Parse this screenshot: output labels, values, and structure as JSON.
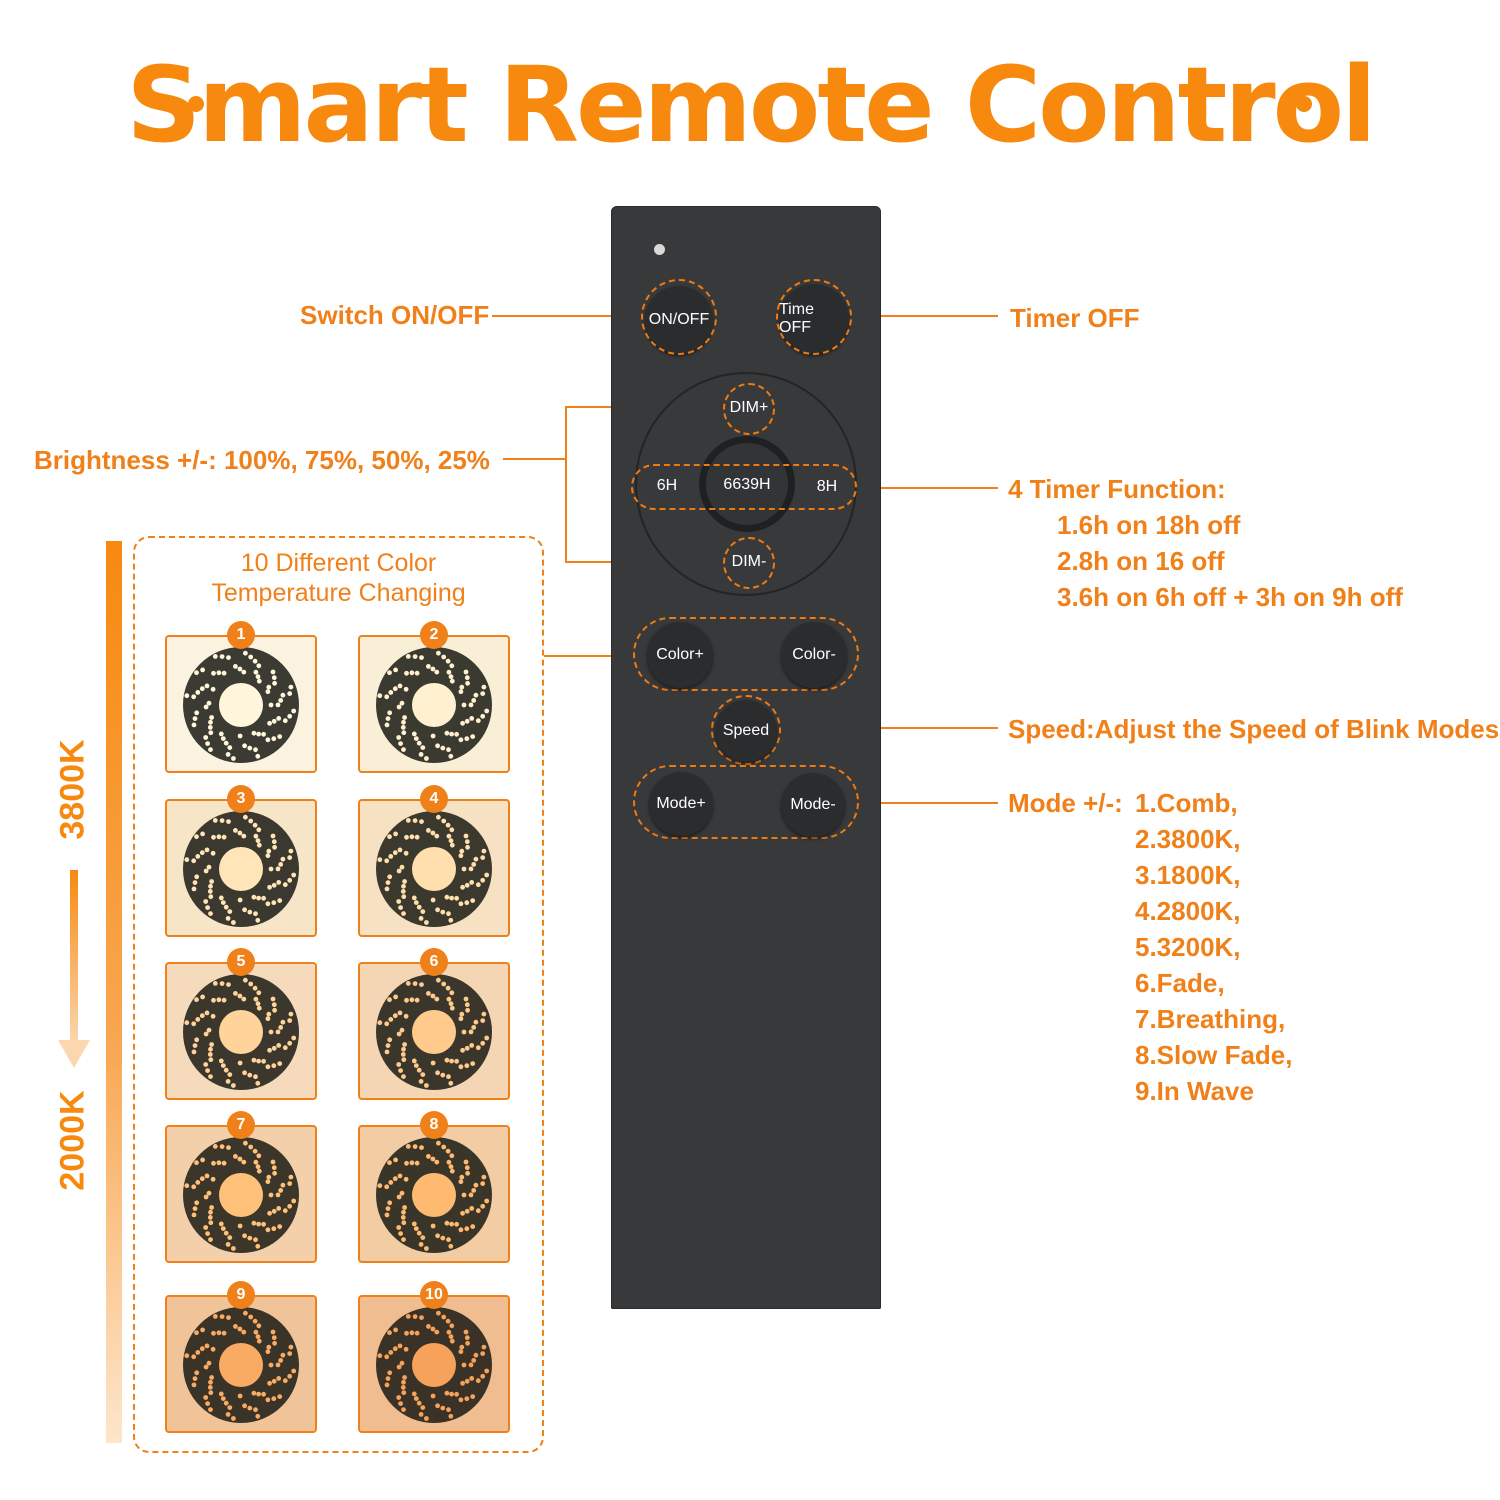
{
  "title": "Smart Remote Control",
  "colors": {
    "accent": "#f7890f",
    "remote_body": "#38393b",
    "button": "#2b2c2e"
  },
  "labels": {
    "switch": "Switch ON/OFF",
    "timer_off": "Timer OFF",
    "brightness": "Brightness +/-: 100%, 75%, 50%, 25%",
    "timer_function": {
      "heading": "4 Timer Function:",
      "items": [
        "1.6h on 18h off",
        "2.8h on 16 off",
        "3.6h on 6h off + 3h on 9h off"
      ]
    },
    "speed": "Speed:Adjust the Speed of Blink Modes",
    "mode": {
      "heading": "Mode +/-:",
      "items": [
        "1.Comb,",
        "2.3800K,",
        "3.1800K,",
        "4.2800K,",
        "5.3200K,",
        "6.Fade,",
        "7.Breathing,",
        "8.Slow Fade,",
        "9.In Wave"
      ]
    }
  },
  "remote": {
    "on_off": "ON/OFF",
    "time_off": "Time OFF",
    "dim_plus": "DIM+",
    "dim_minus": "DIM-",
    "six_h": "6H",
    "center": "6639H",
    "eight_h": "8H",
    "color_plus": "Color+",
    "color_minus": "Color-",
    "speed": "Speed",
    "mode_plus": "Mode+",
    "mode_minus": "Mode-"
  },
  "color_panel": {
    "title_line1": "10 Different Color",
    "title_line2": "Temperature Changing",
    "items": [
      "1",
      "2",
      "3",
      "4",
      "5",
      "6",
      "7",
      "8",
      "9",
      "10"
    ]
  },
  "scale": {
    "top": "3800K",
    "bottom": "2000K"
  }
}
